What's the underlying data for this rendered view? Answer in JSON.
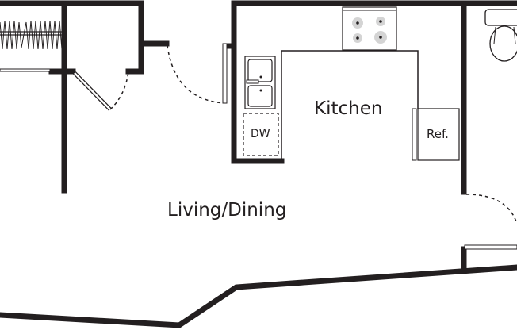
{
  "floor_plan": {
    "rooms": [
      {
        "id": "kitchen",
        "label": "Kitchen"
      },
      {
        "id": "living-dining",
        "label": "Living/Dining"
      }
    ],
    "fixtures": [
      {
        "id": "dishwasher",
        "label": "DW"
      },
      {
        "id": "refrigerator",
        "label": "Ref."
      },
      {
        "id": "range",
        "label": ""
      },
      {
        "id": "sink",
        "label": ""
      },
      {
        "id": "toilet",
        "label": ""
      },
      {
        "id": "closet-rod",
        "label": ""
      }
    ],
    "colors": {
      "wall": "#231f20",
      "background": "#ffffff"
    }
  }
}
